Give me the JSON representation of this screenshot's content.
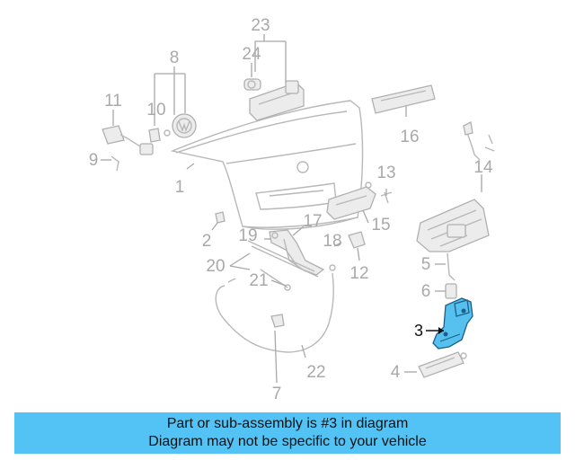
{
  "diagram": {
    "callouts": {
      "c1": "1",
      "c2": "2",
      "c3": "3",
      "c4": "4",
      "c5": "5",
      "c6": "6",
      "c7": "7",
      "c8": "8",
      "c9": "9",
      "c10": "10",
      "c11": "11",
      "c12": "12",
      "c13": "13",
      "c14": "14",
      "c15": "15",
      "c16": "16",
      "c17": "17",
      "c18": "18",
      "c19": "19",
      "c20": "20",
      "c21": "21",
      "c22": "22",
      "c23": "23",
      "c24": "24"
    },
    "highlighted_part": "3"
  },
  "banner": {
    "line1": "Part or sub-assembly is #3 in diagram",
    "line2": "Diagram may not be specific to your vehicle"
  },
  "colors": {
    "banner_background": "#52c3f4",
    "highlight_part": "#56c1ef",
    "callout_gray": "#a9a9a9",
    "callout_highlight": "#111111"
  }
}
